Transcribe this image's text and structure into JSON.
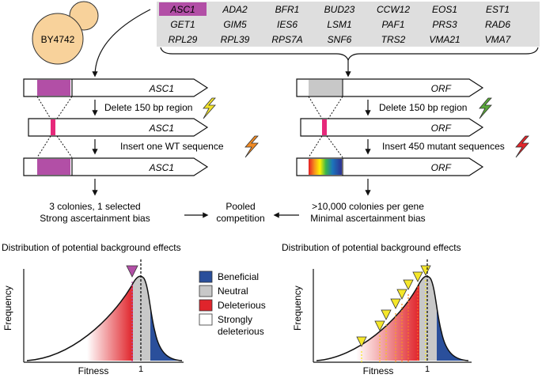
{
  "strain": "BY4742",
  "genes": [
    [
      "ASC1",
      "ADA2",
      "BFR1",
      "BUD23",
      "CCW12",
      "EOS1",
      "EST1"
    ],
    [
      "GET1",
      "GIM5",
      "IES6",
      "LSM1",
      "PAF1",
      "PRS3",
      "RAD6"
    ],
    [
      "RPL29",
      "RPL39",
      "RPS7A",
      "SNF6",
      "TRS2",
      "VMA21",
      "VMA7"
    ]
  ],
  "left": {
    "gene": "ASC1",
    "step1": "Delete 150 bp region",
    "step2": "Insert one WT sequence",
    "summary1": "3 colonies, 1 selected",
    "summary2": "Strong ascertainment bias"
  },
  "right": {
    "gene": "ORF",
    "step1": "Delete 150 bp region",
    "step2": "Insert 450 mutant sequences",
    "summary1": ">10,000 colonies per gene",
    "summary2": "Minimal ascertainment bias"
  },
  "pooled": [
    "Pooled",
    "competition"
  ],
  "dist_title_left": "Distribution of potential background effects",
  "dist_title_right": "Distribution of potential background effects",
  "axis": {
    "y": "Frequency",
    "x": "Fitness",
    "tick": "1"
  },
  "legend": [
    "Beneficial",
    "Neutral",
    "Deleterious",
    "Strongly",
    "deleterious"
  ],
  "colors": {
    "highlight": "#b24fa6",
    "bolt_yellow": "#f2e32a",
    "bolt_orange": "#f08a24",
    "bolt_green": "#5aa83a",
    "bolt_red": "#e2262b",
    "beneficial": "#2a4f9b",
    "neutral": "#c8c8c8",
    "deleterious": "#e0242b",
    "marker": "#f5e72a",
    "insert": "#e6287a"
  }
}
